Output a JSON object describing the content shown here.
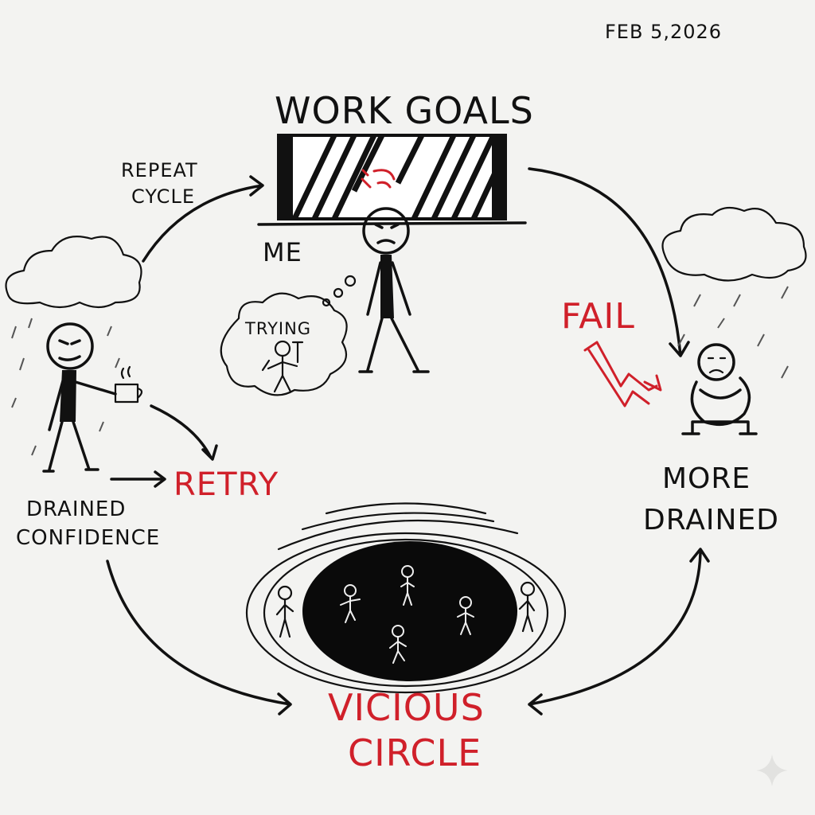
{
  "date": "FEB 5,2026",
  "title": "WORK GOALS",
  "labels": {
    "repeat_cycle_1": "REPEAT",
    "repeat_cycle_2": "CYCLE",
    "me": "ME",
    "trying": "TRYING",
    "fail": "FAIL",
    "retry": "RETRY",
    "drained_1": "DRAINED",
    "drained_2": "CONFIDENCE",
    "more_drained_1": "MORE",
    "more_drained_2": "DRAINED",
    "vicious_1": "VICIOUS",
    "vicious_2": "CIRCLE"
  },
  "colors": {
    "ink": "#111111",
    "accent": "#d0202a",
    "paper": "#f3f3f1"
  }
}
